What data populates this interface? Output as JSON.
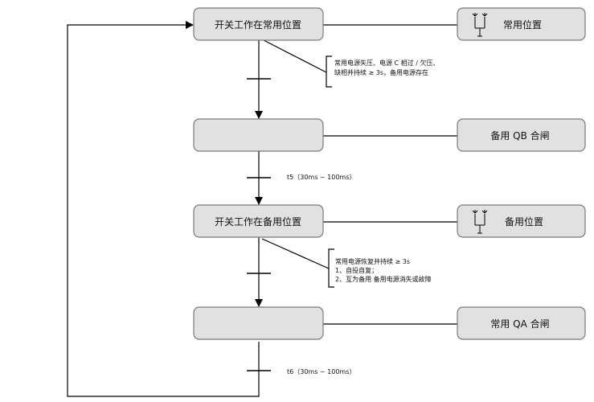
{
  "states": {
    "s1": "开关工作在常用位置",
    "s2": "",
    "s3": "开关工作在备用位置",
    "s4": ""
  },
  "outputs": {
    "o1": "常用位置",
    "o2": "备用 QB 合闸",
    "o3": "备用位置",
    "o4": "常用 QA 合闸"
  },
  "conditions": {
    "c1": {
      "line1": "常用电源失压、电源 C 相过 / 欠压、",
      "line2": "缺相并持续 ≥ 3s，备用电源存在"
    },
    "c2": {
      "line1": "常用电源恢复并持续 ≥ 3s",
      "line2": "1、自投自复；",
      "line3": "2、互为备用  备用电源消失或故障"
    }
  },
  "timers": {
    "t5": "t5（30ms ~ 100ms）",
    "t6": "t6（30ms ~ 100ms）"
  }
}
